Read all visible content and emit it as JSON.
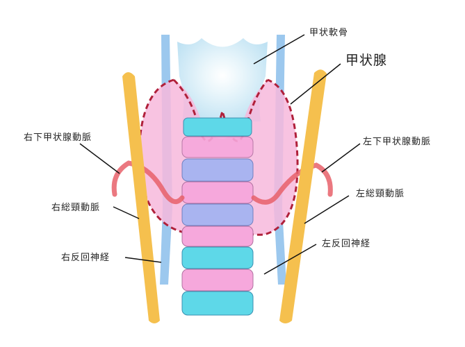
{
  "labels": {
    "thyroid_cartilage": "甲状軟骨",
    "thyroid_gland": "甲状腺",
    "right_inferior_thyroid_artery": "右下甲状腺動脈",
    "left_inferior_thyroid_artery": "左下甲状腺動脈",
    "right_common_carotid": "右総頸動脈",
    "left_common_carotid": "左総頸動脈",
    "right_recurrent_nerve": "右反回神経",
    "left_recurrent_nerve": "左反回神経"
  },
  "colors": {
    "carotid": "#f5c04e",
    "artery": "#e8606a",
    "thyroid": "#f7b8dc",
    "thyroid_outline": "#b0203a",
    "ring_cyan": "#5ed8e8",
    "ring_pink": "#f6a8dc",
    "ring_lavender": "#a9b4f0",
    "nerve": "#9cc8ee",
    "cartilage": "#cfe9f6"
  }
}
